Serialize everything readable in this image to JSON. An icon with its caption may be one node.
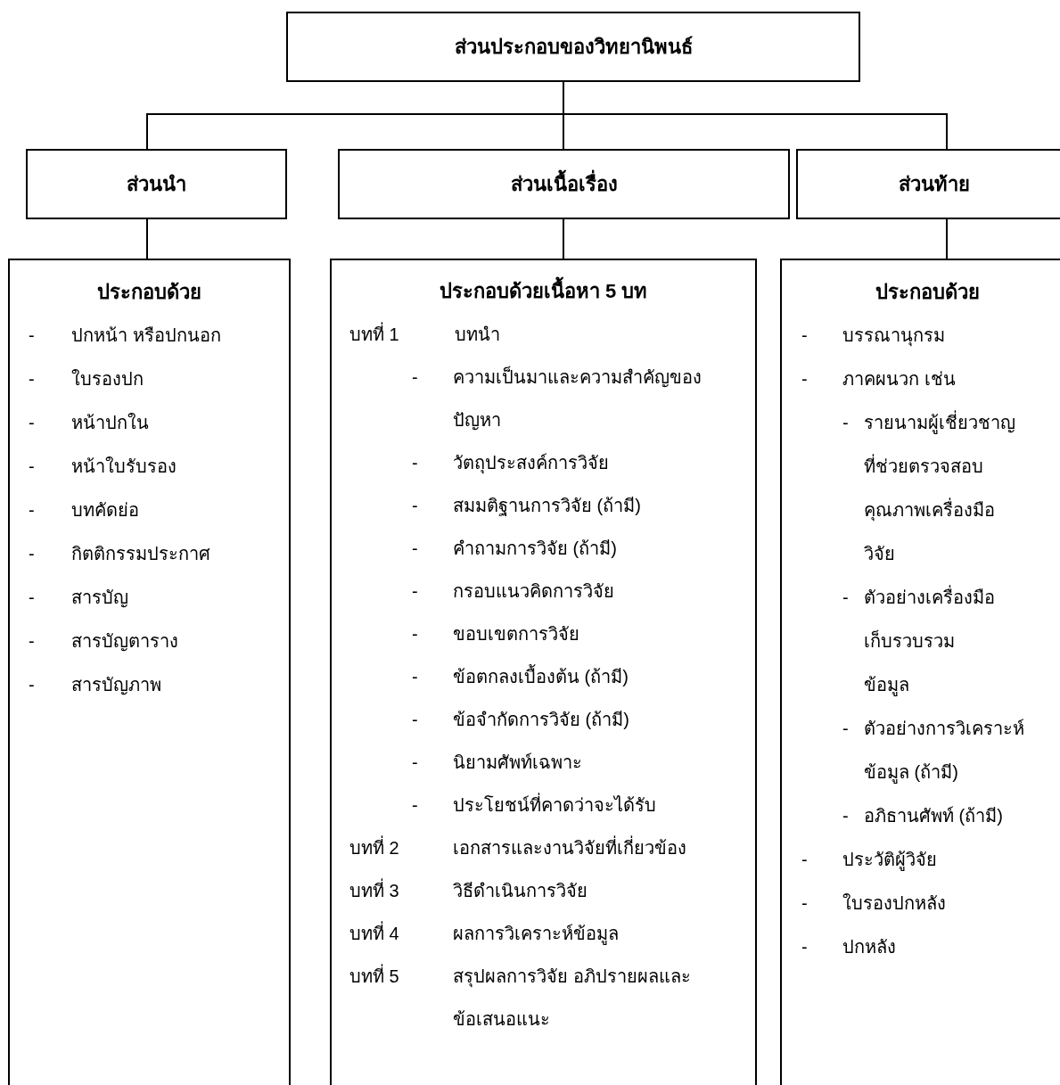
{
  "diagram": {
    "nodes": [
      {
        "text": [
          "ส่วนประกอบของวิทยานิพนธ์"
        ]
      },
      {
        "text": [
          "ส่วนนำ"
        ]
      },
      {
        "text": [
          "ส่วนเนื้อเรื่อง"
        ]
      },
      {
        "text": [
          "ส่วนท้าย"
        ]
      },
      {
        "text": [
          "ประกอบด้วย",
          "-",
          "ปกหน้า หรือปกนอก",
          "-",
          "ใบรองปก",
          "-",
          "หน้าปกใน",
          "-",
          "หน้าใบรับรอง",
          "-",
          "บทคัดย่อ",
          "-",
          "กิตติกรรมประกาศ",
          "-",
          "สารบัญ",
          "-",
          "สารบัญตาราง",
          "-",
          "สารบัญภาพ"
        ]
      },
      {
        "text": [
          "ประกอบด้วยเนื้อหา 5 บท",
          "บทที่ 1",
          "บทนำ",
          "-",
          "ความเป็นมาและความสำคัญของปัญหา",
          "-",
          "วัตถุประสงค์การวิจัย",
          "-",
          "สมมติฐานการวิจัย (ถ้ามี)",
          "-",
          "คำถามการวิจัย (ถ้ามี)",
          "-",
          "กรอบแนวคิดการวิจัย",
          "-",
          "ขอบเขตการวิจัย",
          "-",
          "ข้อตกลงเบื้องต้น (ถ้ามี)",
          "-",
          "ข้อจำกัดการวิจัย (ถ้ามี)",
          "-",
          "นิยามศัพท์เฉพาะ",
          "-",
          "ประโยชน์ที่คาดว่าจะได้รับ",
          "บทที่ 2",
          "เอกสารและงานวิจัยที่เกี่ยวข้อง",
          "บทที่ 3",
          "วิธีดำเนินการวิจัย",
          "บทที่ 4",
          "ผลการวิเคราะห์ข้อมูล",
          "บทที่ 5",
          "สรุปผลการวิจัย อภิปรายผลและข้อเสนอแนะ"
        ]
      },
      {
        "text": [
          "ประกอบด้วย",
          "-",
          "บรรณานุกรม",
          "-",
          "ภาคผนวก  เช่น",
          "-",
          "รายนามผู้เชี่ยวชาญที่ช่วยตรวจสอบคุณภาพเครื่องมือวิจัย",
          "-",
          "ตัวอย่างเครื่องมือเก็บรวบรวมข้อมูล",
          "-",
          "ตัวอย่างการวิเคราะห์ข้อมูล (ถ้ามี)",
          "-",
          "อภิธานศัพท์ (ถ้ามี)",
          "-",
          "ประวัติผู้วิจัย",
          "-",
          "ใบรองปกหลัง",
          "-",
          "ปกหลัง"
        ]
      }
    ],
    "edges": [
      {
        "from": 0,
        "to": 1,
        "arrow": "none"
      },
      {
        "from": 0,
        "to": 2,
        "arrow": "none"
      },
      {
        "from": 0,
        "to": 3,
        "arrow": "none"
      },
      {
        "from": 1,
        "to": 4,
        "arrow": "none"
      },
      {
        "from": 2,
        "to": 5,
        "arrow": "none"
      },
      {
        "from": 3,
        "to": 6,
        "arrow": "none"
      }
    ]
  }
}
